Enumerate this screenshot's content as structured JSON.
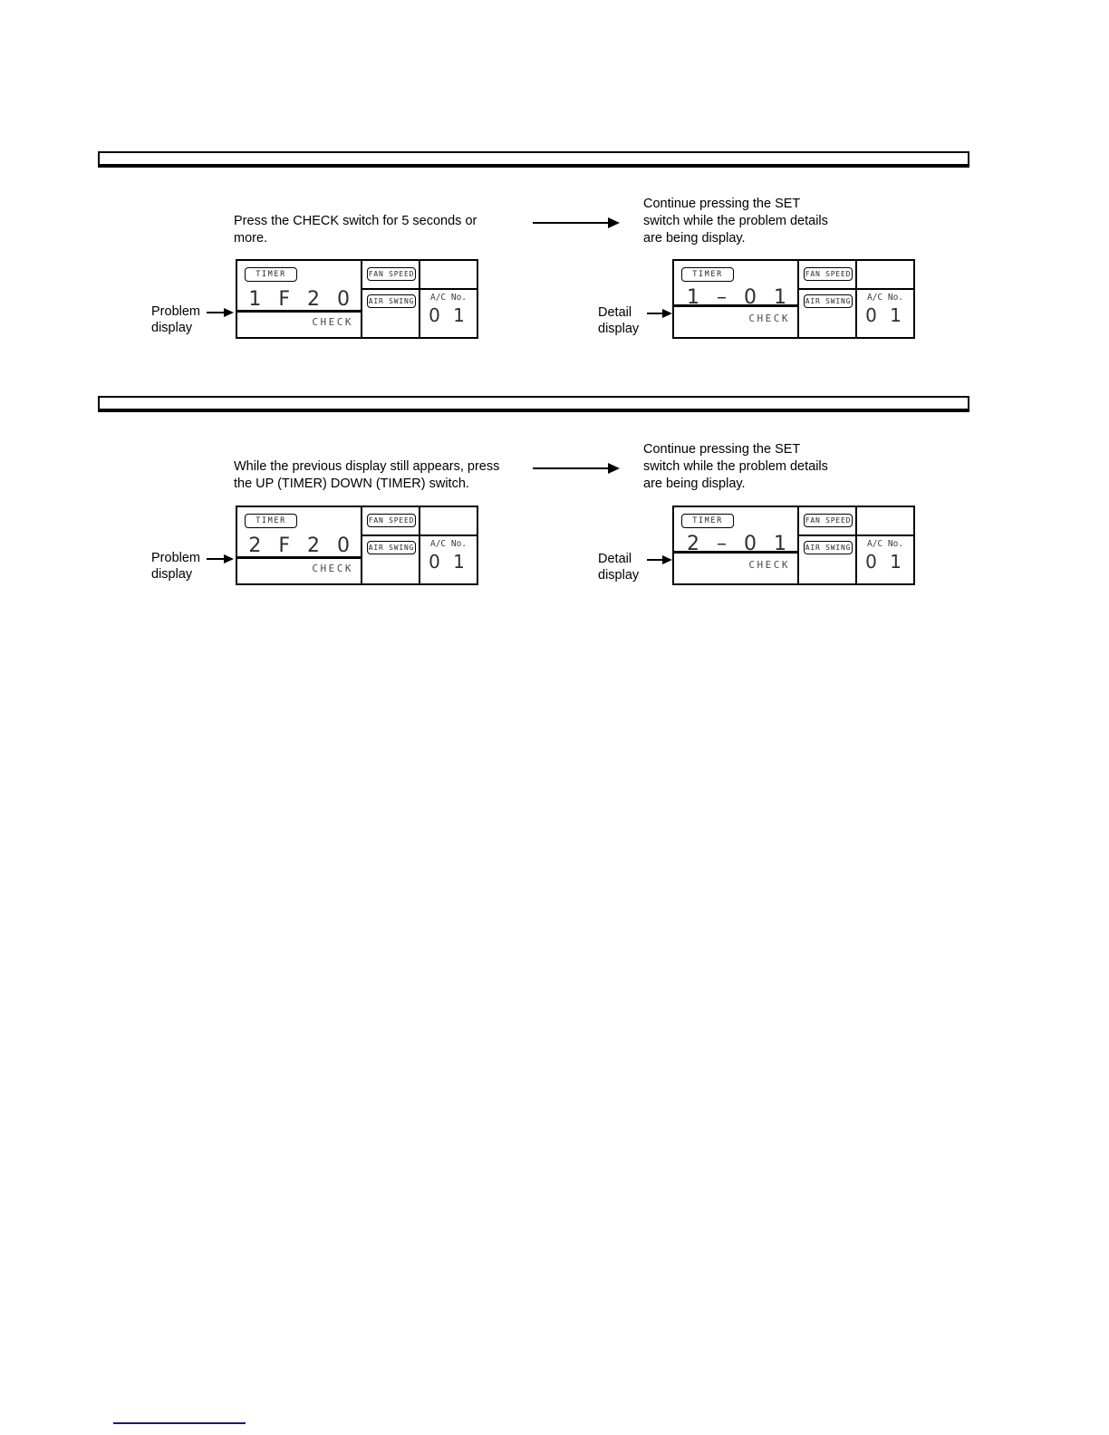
{
  "page": {
    "footer_rule_color": "#1a1a6e"
  },
  "sections": [
    {
      "header_text": "",
      "left": {
        "instruction": "Press the CHECK switch for 5 seconds or\nmore.",
        "callout": "Problem\ndisplay",
        "panel": {
          "timer_badge": "TIMER",
          "fan_speed_badge": "FAN SPEED",
          "air_swing_badge": "AIR SWING",
          "value": "1 F 2 0",
          "check_label": "CHECK",
          "ac_no_label": "A/C No.",
          "ac_no_value": "0 1"
        }
      },
      "right": {
        "instruction": "Continue pressing the SET\nswitch while the problem details\nare being display.",
        "callout": "Detail\ndisplay",
        "panel": {
          "timer_badge": "TIMER",
          "fan_speed_badge": "FAN SPEED",
          "air_swing_badge": "AIR SWING",
          "value": "1 – 0 1",
          "check_label": "CHECK",
          "ac_no_label": "A/C No.",
          "ac_no_value": "0 1"
        }
      }
    },
    {
      "header_text": "",
      "left": {
        "instruction": "While the previous display still appears, press\nthe UP (TIMER) DOWN (TIMER) switch.",
        "callout": "Problem\ndisplay",
        "panel": {
          "timer_badge": "TIMER",
          "fan_speed_badge": "FAN SPEED",
          "air_swing_badge": "AIR SWING",
          "value": "2 F 2 0",
          "check_label": "CHECK",
          "ac_no_label": "A/C No.",
          "ac_no_value": "0 1"
        }
      },
      "right": {
        "instruction": "Continue pressing the SET\nswitch while the problem details\nare being display.",
        "callout": "Detail\ndisplay",
        "panel": {
          "timer_badge": "TIMER",
          "fan_speed_badge": "FAN SPEED",
          "air_swing_badge": "AIR SWING",
          "value": "2 – 0 1",
          "check_label": "CHECK",
          "ac_no_label": "A/C No.",
          "ac_no_value": "0 1"
        }
      }
    }
  ]
}
